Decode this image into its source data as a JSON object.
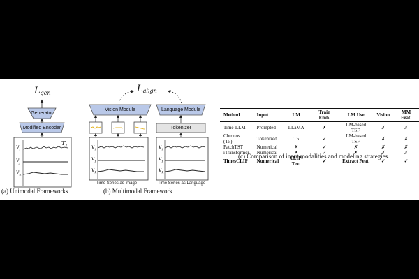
{
  "panel_a": {
    "loss": "L",
    "loss_sub": "gen",
    "generator_label": "Generator",
    "encoder_label": "Modified Encoder",
    "var_labels": [
      "v",
      "v",
      "v"
    ],
    "var_subs": [
      "i",
      "j",
      "k"
    ],
    "t_label": "T",
    "t_sub": "1",
    "caption": "(a)  Unimodal Frameworks"
  },
  "panel_b": {
    "loss": "L",
    "loss_sub": "align",
    "vision_label": "Vision Module",
    "language_label": "Language Module",
    "tokenizer_label": "Tokenizer",
    "image_caption": "Time Series as Image",
    "language_caption": "Time Series as Language",
    "caption": "(b)  Multimodal Framework"
  },
  "panel_c": {
    "caption": "(c) Comparison of input modalities and modeling strategies.",
    "headers": [
      "Method",
      "Input",
      "LM",
      "Train Emb.",
      "LM Use",
      "Vision",
      "MM Feat."
    ],
    "rows": [
      [
        "Time-LLM",
        "Prompted",
        "LLaMA",
        "✗",
        "LM-based TSF.",
        "✗",
        "✗"
      ],
      [
        "Chronos (T5)",
        "Tokenized",
        "T5",
        "✓",
        "LM-based TSF.",
        "✗",
        "✗"
      ],
      [
        "PatchTST",
        "Numerical",
        "✗",
        "✓",
        "✗",
        "✗",
        "✗"
      ],
      [
        "iTransformer",
        "Numerical",
        "✗",
        "✓",
        "✗",
        "✗",
        "✗"
      ],
      [
        "TimesCLIP",
        "Numerical",
        "CLIP-Text",
        "✓",
        "Extract Feat.",
        "✓",
        "✓"
      ]
    ]
  },
  "colors": {
    "module_fill": "#b9c8e8",
    "tokenizer_fill": "#e4e4e4",
    "patch_line": "#e0a800"
  }
}
